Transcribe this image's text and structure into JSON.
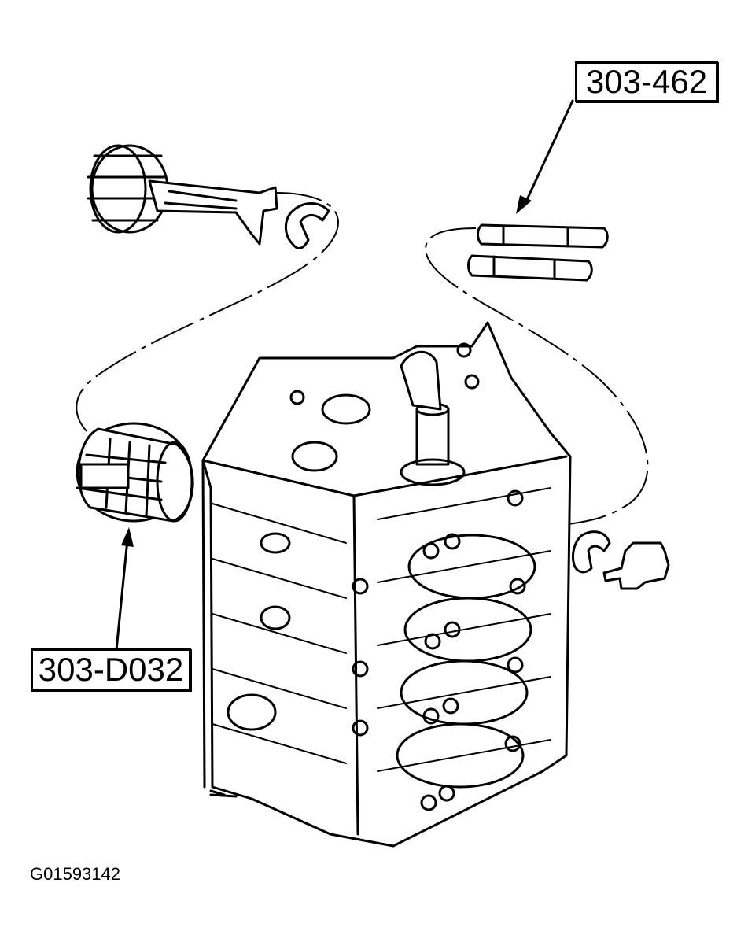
{
  "callouts": {
    "top_tool": "303-462",
    "left_tool": "303-D032"
  },
  "figure_id": "G01593142",
  "icons": [
    "piston-connecting-rod-icon",
    "bearing-shell-icon",
    "alignment-pins-icon",
    "piston-ring-compressor-icon",
    "engine-block-icon",
    "bearing-cap-icon"
  ],
  "colors": {
    "line": "#000000",
    "background": "#ffffff"
  }
}
